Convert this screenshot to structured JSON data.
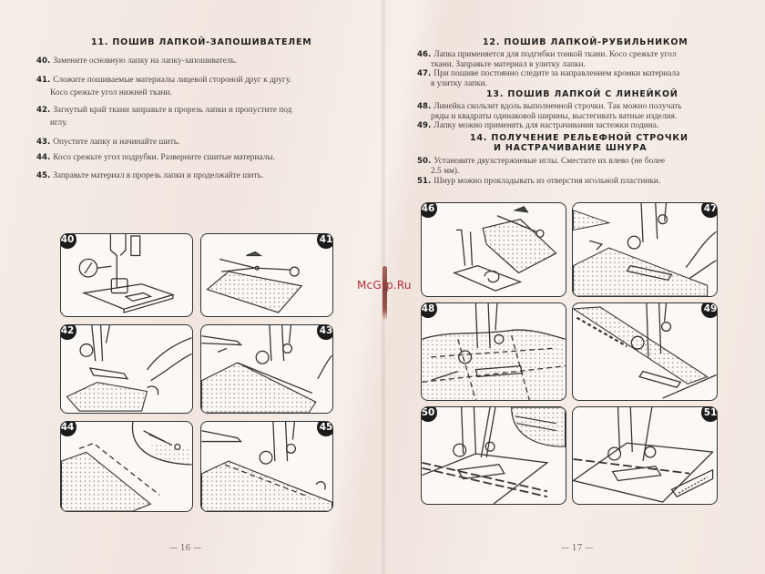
{
  "watermark": "McGrp.Ru",
  "left_page": {
    "section": {
      "title": "11. ПОШИВ ЛАПКОЙ-ЗАПОШИВАТЕЛЕМ",
      "items": [
        {
          "num": "40.",
          "text": "Замените основную лапку на лапку-запошиватель."
        },
        {
          "num": "41.",
          "text": "Сложите пошиваемые материалы  лицевой стороной друг к другу.",
          "cont": "Косо срежьте угол нижней ткани."
        },
        {
          "num": "42.",
          "text": "Загнутый край ткани заправьте в прорезь лапки и пропустите под",
          "cont": "иглу."
        },
        {
          "num": "43.",
          "text": "Опустите лапку и начинайте шить."
        },
        {
          "num": "44.",
          "text": "Косо срежьте угол подрубки. Разверните сшитые материалы."
        },
        {
          "num": "45.",
          "text": "Заправьте материал в прорезь лапки и проделжайте шить."
        }
      ]
    },
    "figures": [
      {
        "label": "40",
        "caption": "presser-foot-closeup"
      },
      {
        "label": "41",
        "caption": "scissors-cutting-fabric-corner"
      },
      {
        "label": "42",
        "caption": "folding-edge-into-foot"
      },
      {
        "label": "43",
        "caption": "lowering-foot-start-sewing"
      },
      {
        "label": "44",
        "caption": "cut-hem-corner-unfold"
      },
      {
        "label": "45",
        "caption": "continue-sewing-through-slot"
      }
    ],
    "page_number": "— 16 —"
  },
  "right_page": {
    "sections": [
      {
        "title": "12. ПОШИВ ЛАПКОЙ-РУБИЛЬНИКОМ",
        "items": [
          {
            "num": "46.",
            "text": "Лапка применяется для подгибки тонкой ткани. Косо срежьте угол",
            "cont": "ткани. Заправьте материал в улитку лапки."
          },
          {
            "num": "47.",
            "text": "При пошиве постоянно следите за направлением кромки материала",
            "cont": "в улитку лапки."
          }
        ]
      },
      {
        "title": "13. ПОШИВ ЛАПКОЙ С ЛИНЕЙКОЙ",
        "items": [
          {
            "num": "48.",
            "text": "Линейка скользит вдоль выполненной строчки. Так можно получать",
            "cont": "ряды и квадраты одинаковой ширины, выстегивать ватные изделия."
          },
          {
            "num": "49.",
            "text": "Лапку можно применять для настрачивания застежки подина."
          }
        ]
      },
      {
        "title_line1": "14. ПОЛУЧЕНИЕ РЕЛЬЕФНОЙ СТРОЧКИ",
        "title_line2": "И НАСТРАЧИВАНИЕ ШНУРА",
        "items": [
          {
            "num": "50.",
            "text": "Установите двухстержневые иглы.  Сместите  их  влево  (не более",
            "cont": "2.5 мм)."
          },
          {
            "num": "51.",
            "text": "Шнур можно прокладывать из отверстия игольной пластинки."
          }
        ]
      }
    ],
    "figures": [
      {
        "label": "46",
        "caption": "hemmer-foot-and-cut-fabric"
      },
      {
        "label": "47",
        "caption": "guiding-edge-into-scroll"
      },
      {
        "label": "48",
        "caption": "quilting-with-guide-bar"
      },
      {
        "label": "49",
        "caption": "sewing-zipper-with-guide"
      },
      {
        "label": "50",
        "caption": "twin-needle-raised-seam"
      },
      {
        "label": "51",
        "caption": "cording-through-needle-plate"
      }
    ],
    "page_number": "— 17 —"
  }
}
